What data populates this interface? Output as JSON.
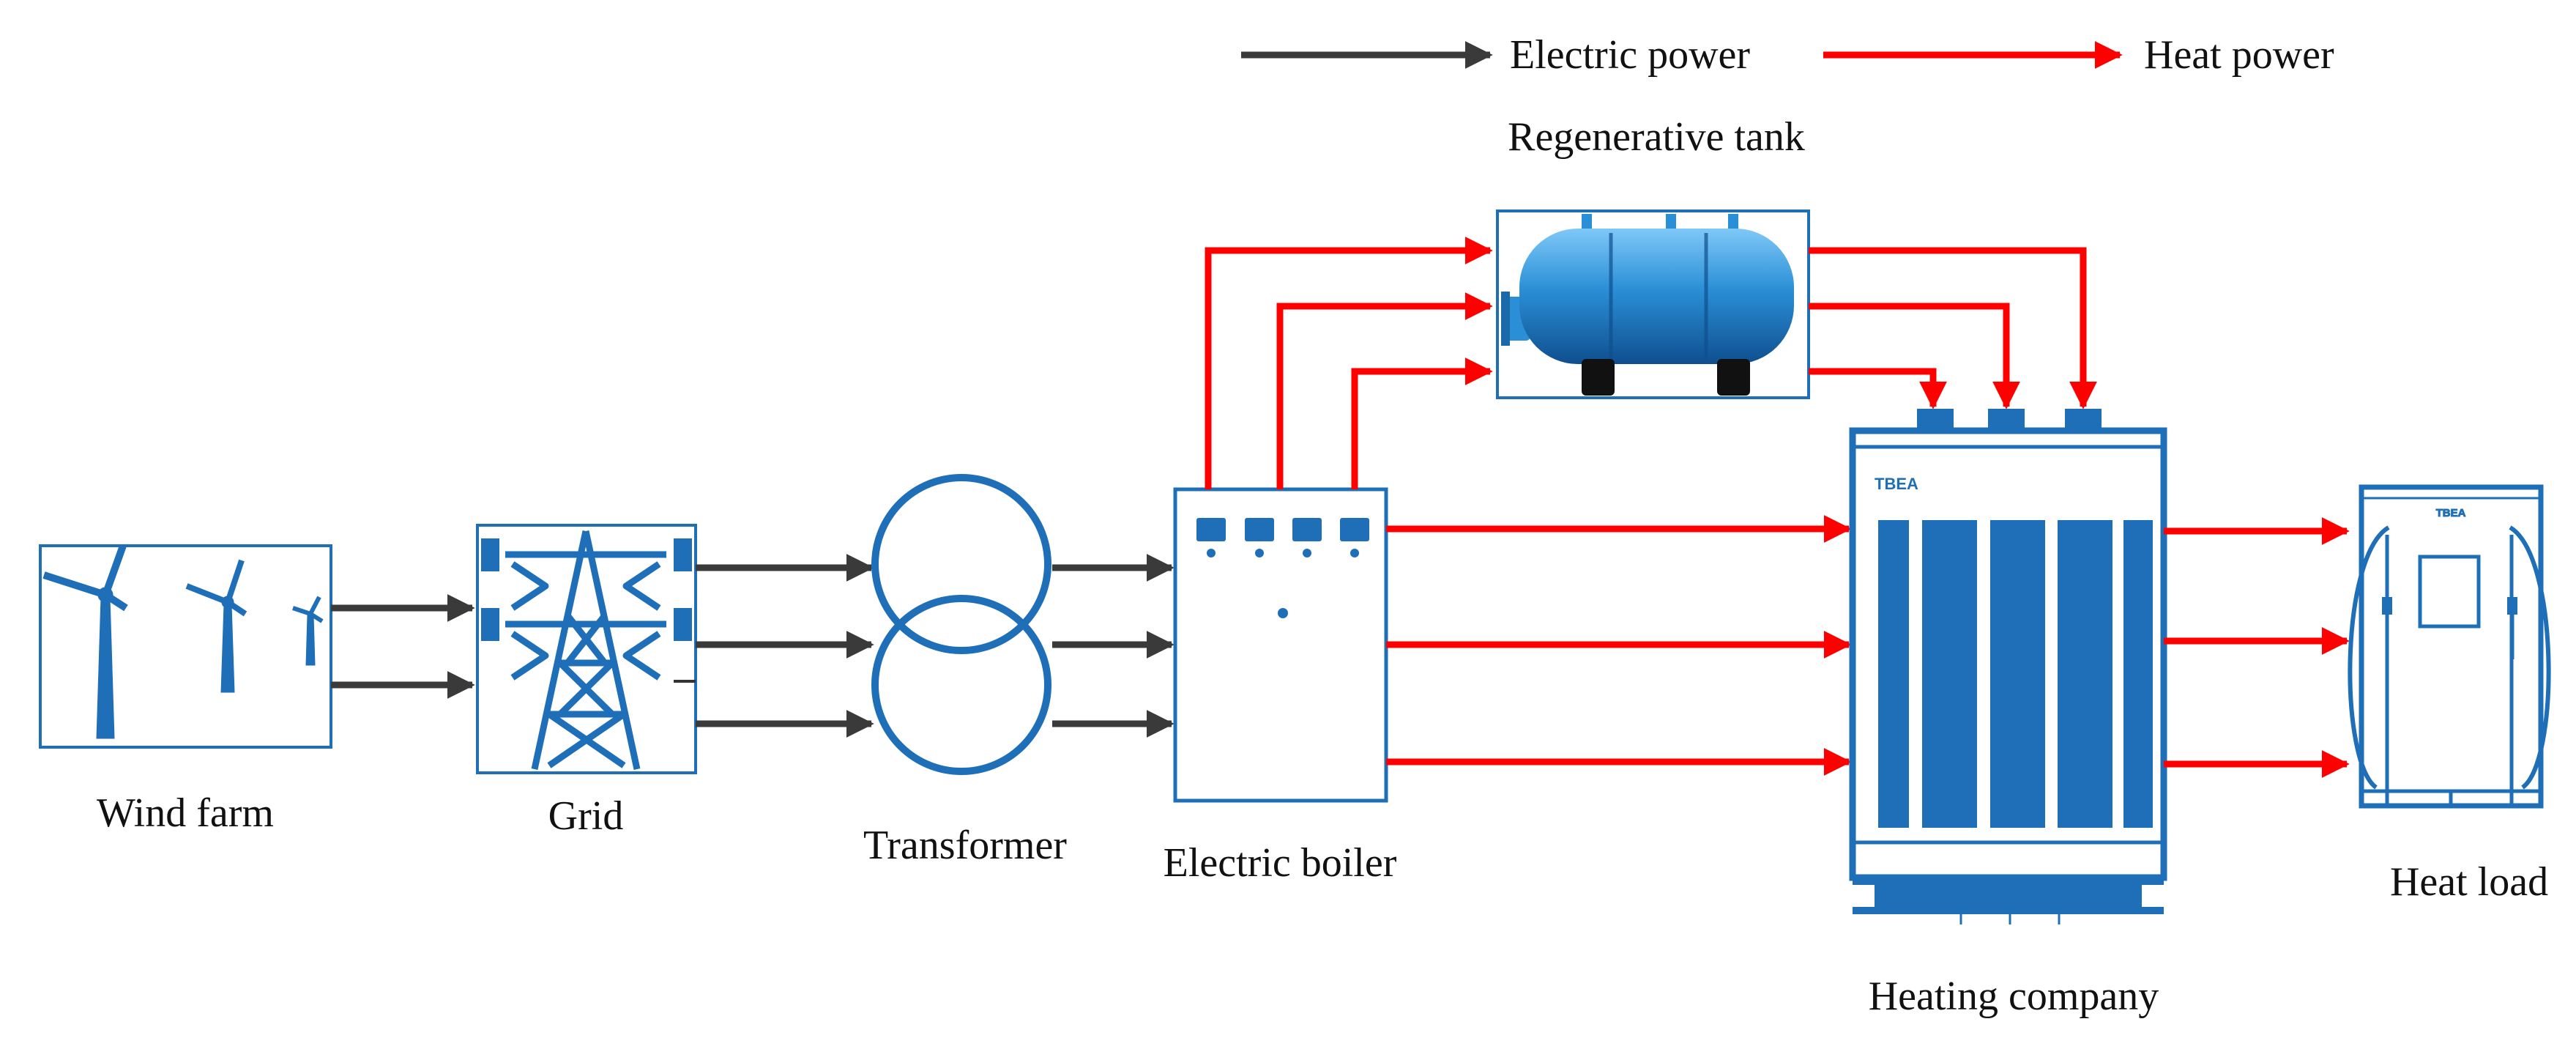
{
  "legend": {
    "electric_label": "Electric power",
    "heat_label": "Heat power"
  },
  "components": {
    "wind_farm": "Wind farm",
    "grid": "Grid",
    "transformer": "Transformer",
    "electric_boiler": "Electric boiler",
    "regenerative_tank": "Regenerative tank",
    "heating_company": "Heating company",
    "heat_load": "Heat load"
  },
  "brand_marks": {
    "heating_company": "TBEA",
    "heat_load": "TBEA"
  },
  "colors": {
    "electric_arrow": "#3a3a3a",
    "heat_arrow": "#ff0000",
    "equipment": "#1e6fb8",
    "tank": "#2a8fd6",
    "text": "#111111"
  }
}
